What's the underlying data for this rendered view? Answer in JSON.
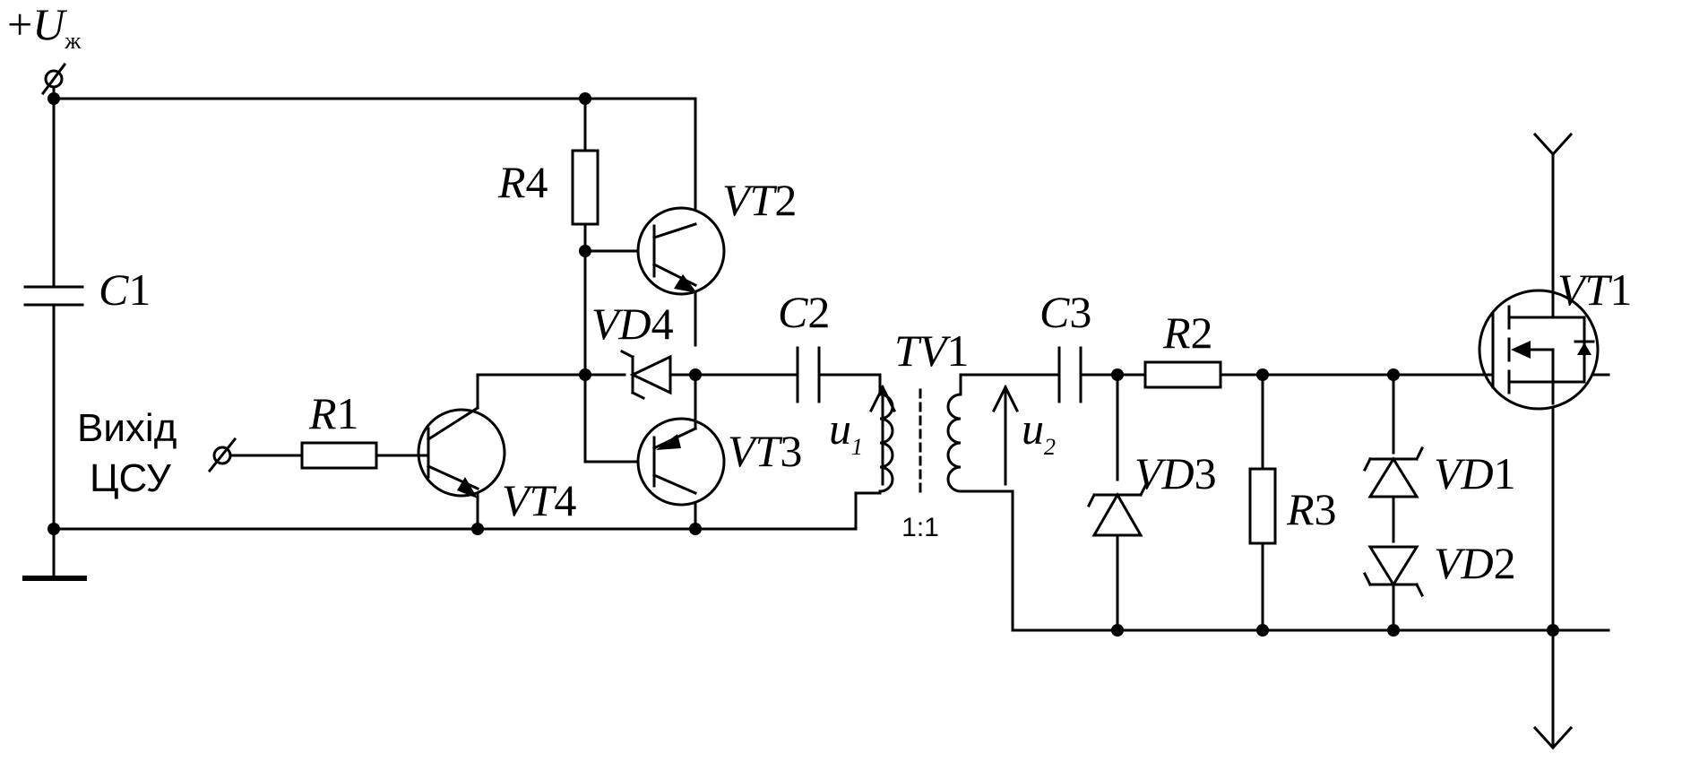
{
  "supply": {
    "prefix": "+",
    "symbol": "U",
    "subscript": "ж"
  },
  "input": {
    "line1": "Вихід",
    "line2": "ЦСУ"
  },
  "ratio": "1:1",
  "components": [
    {
      "id": "C1",
      "name": "C",
      "num": "1"
    },
    {
      "id": "R1",
      "name": "R",
      "num": "1"
    },
    {
      "id": "R2",
      "name": "R",
      "num": "2"
    },
    {
      "id": "R3",
      "name": "R",
      "num": "3"
    },
    {
      "id": "R4",
      "name": "R",
      "num": "4"
    },
    {
      "id": "C2",
      "name": "C",
      "num": "2"
    },
    {
      "id": "C3",
      "name": "C",
      "num": "3"
    },
    {
      "id": "TV1",
      "name": "TV",
      "num": "1"
    },
    {
      "id": "VT1",
      "name": "VT",
      "num": "1"
    },
    {
      "id": "VT2",
      "name": "VT",
      "num": "2"
    },
    {
      "id": "VT3",
      "name": "VT",
      "num": "3"
    },
    {
      "id": "VT4",
      "name": "VT",
      "num": "4"
    },
    {
      "id": "VD1",
      "name": "VD",
      "num": "1"
    },
    {
      "id": "VD2",
      "name": "VD",
      "num": "2"
    },
    {
      "id": "VD3",
      "name": "VD",
      "num": "3"
    },
    {
      "id": "VD4",
      "name": "VD",
      "num": "4"
    }
  ],
  "voltages": [
    {
      "id": "u1",
      "name": "u",
      "sub": "1"
    },
    {
      "id": "u2",
      "name": "u",
      "sub": "2"
    }
  ]
}
